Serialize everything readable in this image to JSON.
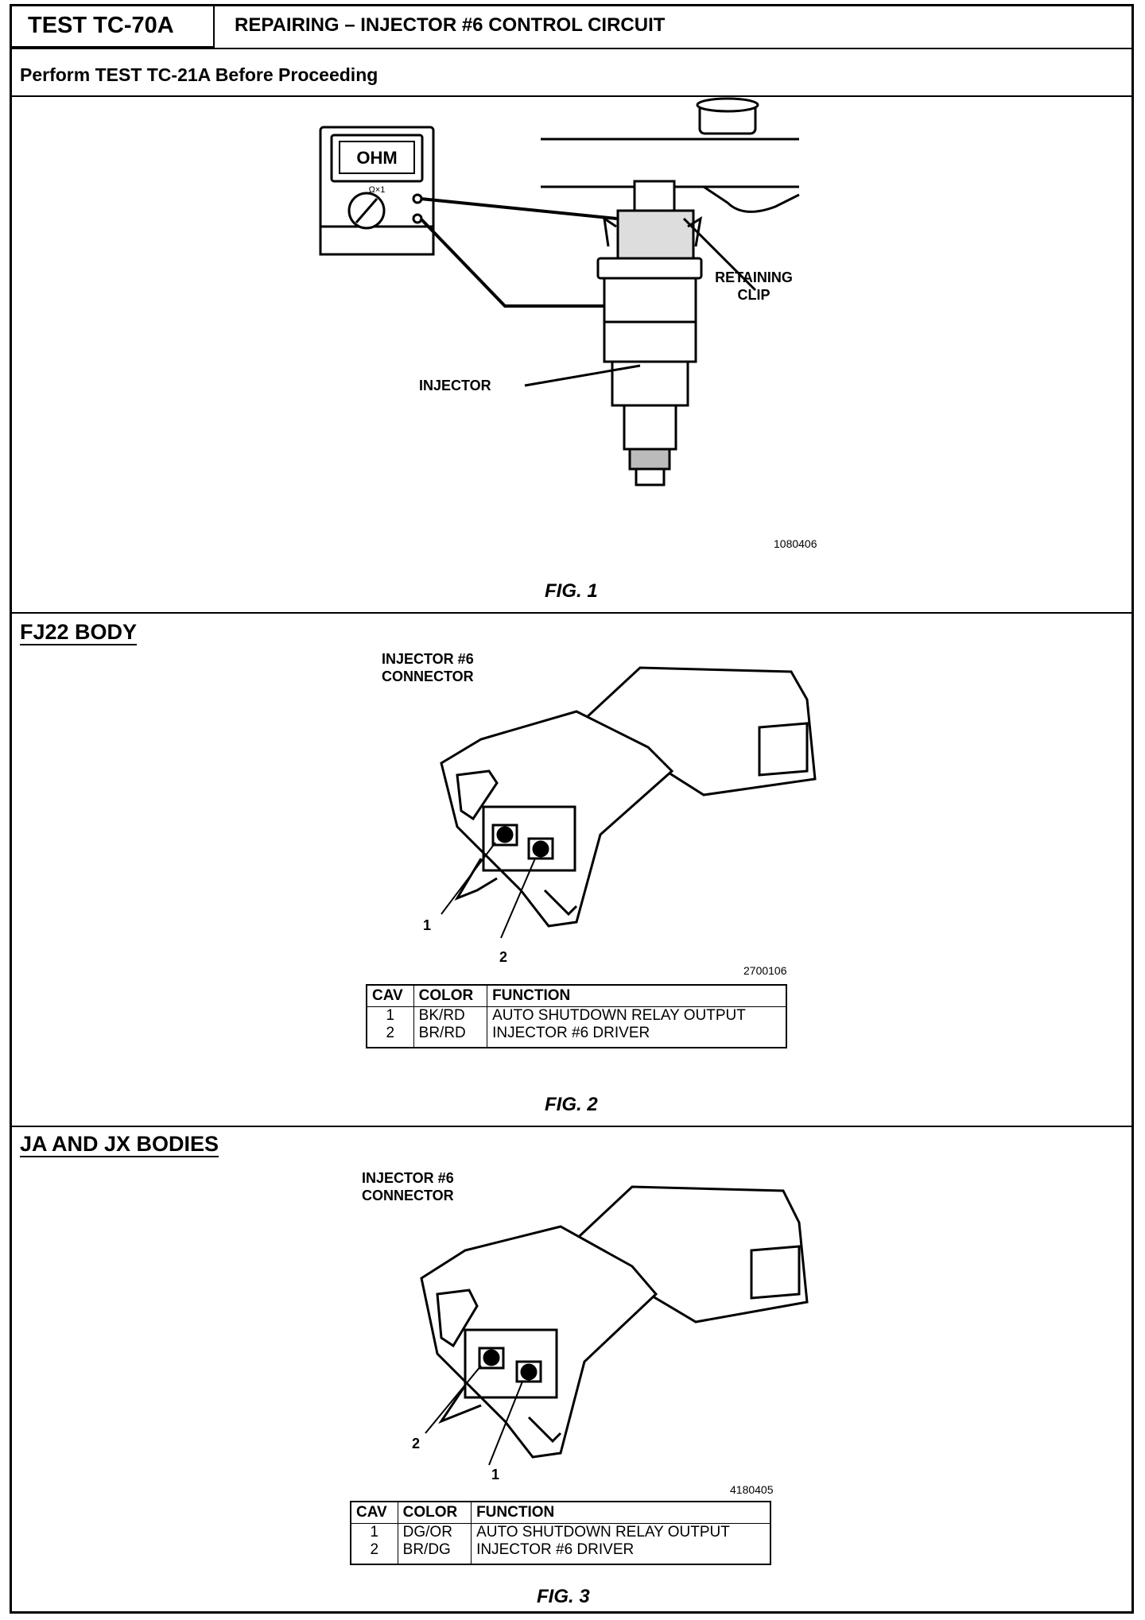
{
  "header": {
    "test_id": "TEST TC-70A",
    "title": "REPAIRING – INJECTOR #6 CONTROL CIRCUIT",
    "prerequisite": "Perform TEST TC-21A Before Proceeding"
  },
  "fig1": {
    "meter_display": "OHM",
    "meter_range": "Ω×1",
    "label_retaining_clip": "RETAINING CLIP",
    "label_injector": "INJECTOR",
    "image_code": "1080406",
    "caption": "FIG. 1"
  },
  "fig2": {
    "section_title": "FJ22 BODY",
    "connector_label": "INJECTOR #6 CONNECTOR",
    "pin_callout_a": "1",
    "pin_callout_b": "2",
    "image_code": "2700106",
    "table": {
      "headers": [
        "CAV",
        "COLOR",
        "FUNCTION"
      ],
      "rows": [
        {
          "cav": "1",
          "color": "BK/RD",
          "function": "AUTO SHUTDOWN RELAY OUTPUT"
        },
        {
          "cav": "2",
          "color": "BR/RD",
          "function": "INJECTOR #6 DRIVER"
        }
      ]
    },
    "caption": "FIG. 2"
  },
  "fig3": {
    "section_title": "JA AND JX BODIES",
    "connector_label": "INJECTOR #6 CONNECTOR",
    "pin_callout_a": "2",
    "pin_callout_b": "1",
    "image_code": "4180405",
    "table": {
      "headers": [
        "CAV",
        "COLOR",
        "FUNCTION"
      ],
      "rows": [
        {
          "cav": "1",
          "color": "DG/OR",
          "function": "AUTO SHUTDOWN RELAY OUTPUT"
        },
        {
          "cav": "2",
          "color": "BR/DG",
          "function": "INJECTOR #6 DRIVER"
        }
      ]
    },
    "caption": "FIG. 3"
  }
}
